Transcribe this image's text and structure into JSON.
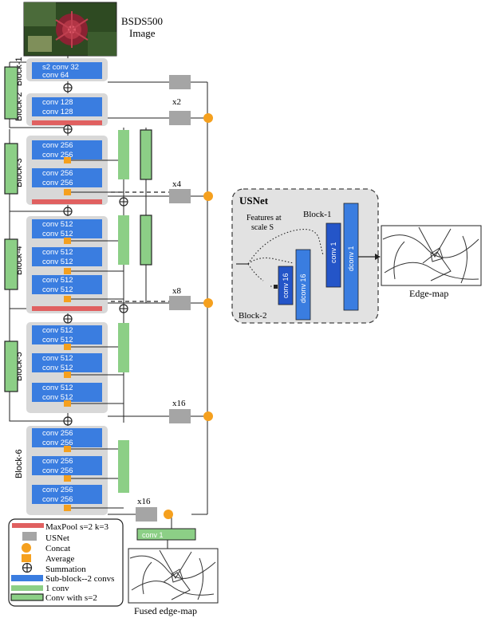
{
  "header": {
    "dataset": "BSDS500",
    "image": "Image"
  },
  "blocks": [
    {
      "label": "Block-1",
      "convs": [
        [
          "s2 conv 32",
          "conv 64"
        ]
      ]
    },
    {
      "label": "Block-2",
      "convs": [
        [
          "conv 128",
          "conv 128"
        ]
      ]
    },
    {
      "label": "Block-3",
      "convs": [
        [
          "conv 256",
          "conv 256"
        ],
        [
          "conv 256",
          "conv 256"
        ]
      ]
    },
    {
      "label": "Block-4",
      "convs": [
        [
          "conv 512",
          "conv 512"
        ],
        [
          "conv 512",
          "conv 512"
        ],
        [
          "conv 512",
          "conv 512"
        ]
      ]
    },
    {
      "label": "Block-5",
      "convs": [
        [
          "conv 512",
          "conv 512"
        ],
        [
          "conv 512",
          "conv 512"
        ],
        [
          "conv 512",
          "conv 512"
        ]
      ]
    },
    {
      "label": "Block-6",
      "convs": [
        [
          "conv 256",
          "conv 256"
        ],
        [
          "conv 256",
          "conv 256"
        ],
        [
          "conv 256",
          "conv 256"
        ]
      ]
    }
  ],
  "scales": [
    "x2",
    "x4",
    "x8",
    "x16",
    "x16"
  ],
  "fuse": {
    "conv_label": "conv 1",
    "caption": "Fused edge-map"
  },
  "usnet": {
    "title": "USNet",
    "features_line1": "Features at",
    "features_line2": "scale S",
    "block1_label": "Block-1",
    "block2_label": "Block-2",
    "conv16": "conv 16",
    "dconv16": "dconv 16",
    "conv1": "conv 1",
    "dconv1": "dconv 1",
    "edge_caption": "Edge-map"
  },
  "legend": [
    {
      "label": "MaxPool s=2 k=3",
      "symbol": "maxpool"
    },
    {
      "label": "USNet",
      "symbol": "usnet"
    },
    {
      "label": "Concat",
      "symbol": "concat"
    },
    {
      "label": "Average",
      "symbol": "average"
    },
    {
      "label": "Summation",
      "symbol": "summation"
    },
    {
      "label": "Sub-block--2 convs",
      "symbol": "subblock"
    },
    {
      "label": "1 conv",
      "symbol": "oneconv"
    },
    {
      "label": "Conv with s=2",
      "symbol": "convs2"
    }
  ],
  "colors": {
    "blue": "#3a7de0",
    "blue_dark": "#2455c8",
    "green": "#8ccf86",
    "red": "#e06060",
    "orange": "#f5a01e",
    "gray_box": "#a5a5a5",
    "panel": "#d8d8d8"
  }
}
